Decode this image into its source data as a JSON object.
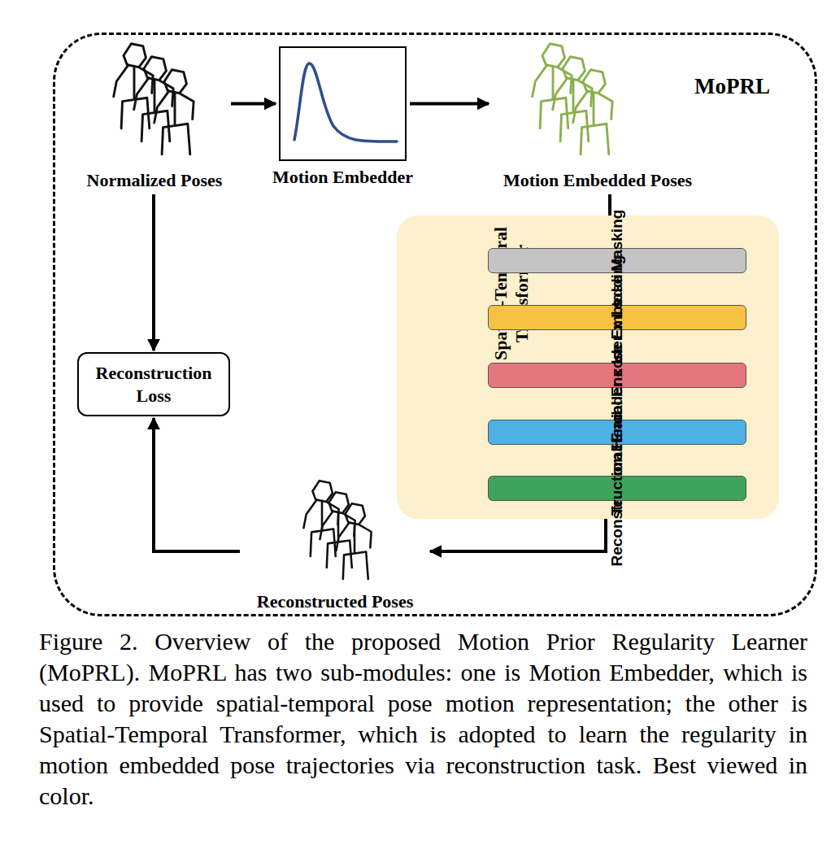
{
  "diagram": {
    "caption": "Figure 2.  Overview of the proposed Motion Prior Regularity Learner (MoPRL). MoPRL has two sub-modules: one is Motion Embedder, which is used to provide spatial-temporal pose motion representation; the other is Spatial-Temporal Transformer, which is adopted to learn the regularity in motion embedded pose trajectories via reconstruction task. Best viewed in color.",
    "nodes": [
      {
        "text": [
          "MoPRL"
        ]
      },
      {
        "text": [
          "Normalized Poses"
        ],
        "in": 0
      },
      {
        "text": [
          "Motion Embedder"
        ],
        "in": 0
      },
      {
        "text": [
          "Motion Embedded Poses"
        ],
        "in": 0
      },
      {
        "text": [
          "Spatial-Temporal Transformer"
        ],
        "in": 0
      },
      {
        "text": [
          "Pose Masking"
        ],
        "in": 4
      },
      {
        "text": [
          "Pose Embedding"
        ],
        "in": 4
      },
      {
        "text": [
          "Spatial Encoder x Ls"
        ],
        "in": 4
      },
      {
        "text": [
          "Temporal Encoder x Lt"
        ],
        "in": 4
      },
      {
        "text": [
          "Reconstruction Head"
        ],
        "in": 4
      },
      {
        "text": [
          "Reconstruction Loss"
        ],
        "in": 0
      },
      {
        "text": [
          "Reconstructed Poses"
        ],
        "in": 0
      }
    ],
    "edges": [
      {
        "from": 1,
        "to": 2,
        "arrow": "to"
      },
      {
        "from": 2,
        "to": 3,
        "arrow": "to"
      },
      {
        "from": 3,
        "to": 5,
        "arrow": "to"
      },
      {
        "from": 5,
        "to": 6,
        "arrow": "to"
      },
      {
        "from": 6,
        "to": 7,
        "arrow": "to"
      },
      {
        "from": 7,
        "to": 8,
        "arrow": "to"
      },
      {
        "from": 8,
        "to": 9,
        "arrow": "to"
      },
      {
        "from": 9,
        "to": 11,
        "arrow": "to"
      },
      {
        "from": 1,
        "to": 10,
        "arrow": "to"
      },
      {
        "from": 11,
        "to": 10,
        "arrow": "to"
      }
    ]
  }
}
